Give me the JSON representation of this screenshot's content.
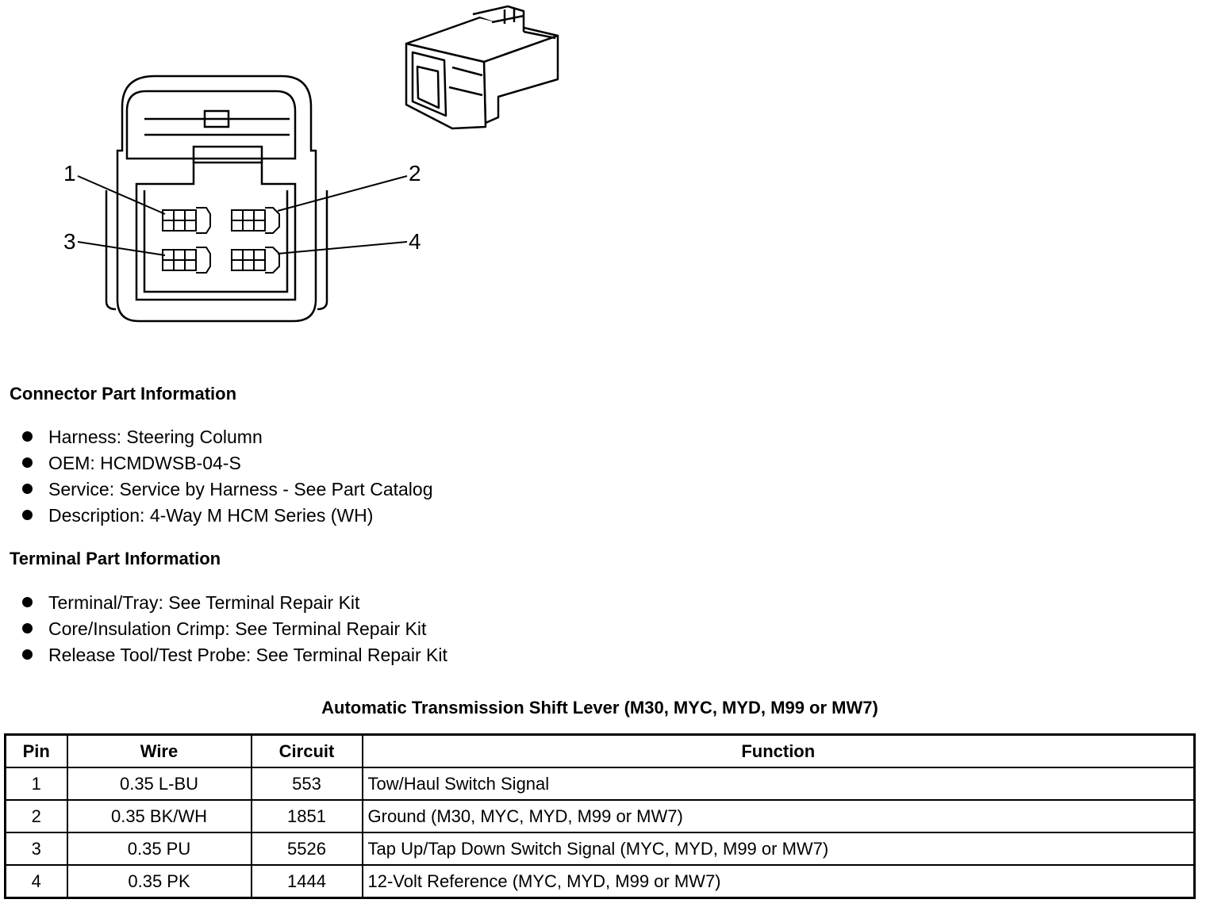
{
  "diagram": {
    "pin_labels": [
      "1",
      "2",
      "3",
      "4"
    ]
  },
  "connector_info": {
    "heading": "Connector Part Information",
    "items": [
      "Harness: Steering Column",
      "OEM: HCMDWSB-04-S",
      "Service: Service by Harness - See Part Catalog",
      "Description: 4-Way M HCM Series (WH)"
    ]
  },
  "terminal_info": {
    "heading": "Terminal Part Information",
    "items": [
      "Terminal/Tray: See Terminal Repair Kit",
      "Core/Insulation Crimp: See Terminal Repair Kit",
      "Release Tool/Test Probe: See Terminal Repair Kit"
    ]
  },
  "table": {
    "title": "Automatic Transmission Shift Lever (M30, MYC, MYD, M99 or MW7)",
    "headers": [
      "Pin",
      "Wire",
      "Circuit",
      "Function"
    ],
    "rows": [
      [
        "1",
        "0.35 L-BU",
        "553",
        "Tow/Haul Switch Signal"
      ],
      [
        "2",
        "0.35 BK/WH",
        "1851",
        "Ground (M30, MYC, MYD, M99 or MW7)"
      ],
      [
        "3",
        "0.35 PU",
        "5526",
        "Tap Up/Tap Down Switch Signal (MYC, MYD, M99 or MW7)"
      ],
      [
        "4",
        "0.35 PK",
        "1444",
        "12-Volt Reference (MYC, MYD, M99 or MW7)"
      ]
    ]
  }
}
